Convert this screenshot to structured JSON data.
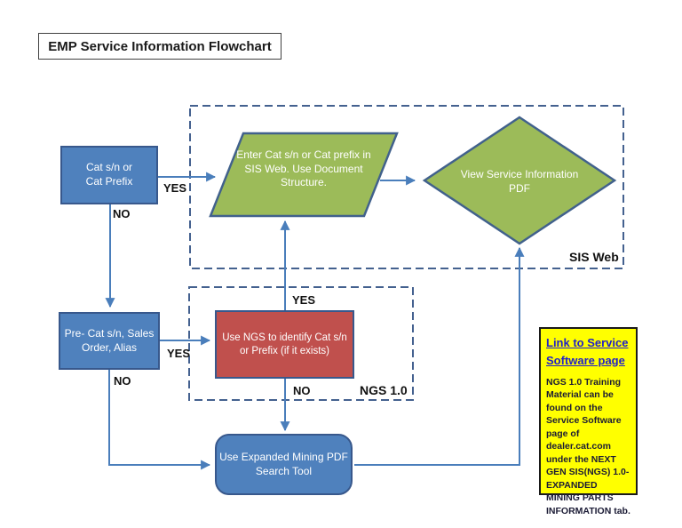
{
  "title": "EMP Service Information Flowchart",
  "nodes": {
    "cat_sn_or_prefix": {
      "label": "Cat s/n or Cat Prefix"
    },
    "enter_sis_web": {
      "label": "Enter Cat s/n or Cat prefix in SIS Web.  Use Document Structure."
    },
    "view_service_pdf": {
      "label": "View Service Information PDF"
    },
    "pre_cat_sn": {
      "label": "Pre- Cat s/n, Sales Order, Alias"
    },
    "use_ngs": {
      "label": "Use NGS to identify Cat s/n or Prefix (if it exists)"
    },
    "expanded_mining_search": {
      "label": "Use Expanded Mining PDF Search Tool"
    }
  },
  "groups": {
    "sis_web": {
      "label": "SIS Web"
    },
    "ngs_10": {
      "label": "NGS 1.0"
    }
  },
  "edge_labels": {
    "cat_yes": "YES",
    "cat_no": "NO",
    "pre_yes": "YES",
    "pre_no": "NO",
    "ngs_yes": "YES",
    "ngs_no": "NO"
  },
  "sidebar_note": {
    "link_title": "Link to Service Software page",
    "body": "NGS 1.0 Training Material can be found on the Service Software page of dealer.cat.com under the NEXT GEN SIS(NGS) 1.0- EXPANDED MINING PARTS INFORMATION tab."
  },
  "colors": {
    "node_blue": "#4f81bd",
    "node_border_blue": "#38588c",
    "node_green": "#9cbb59",
    "green_border": "#41618c",
    "node_red": "#c0504d",
    "connector_blue": "#4a7ebb",
    "dashed_border_blue": "#44618f",
    "note_yellow": "#ffff00",
    "link_blue": "#2121c8"
  }
}
